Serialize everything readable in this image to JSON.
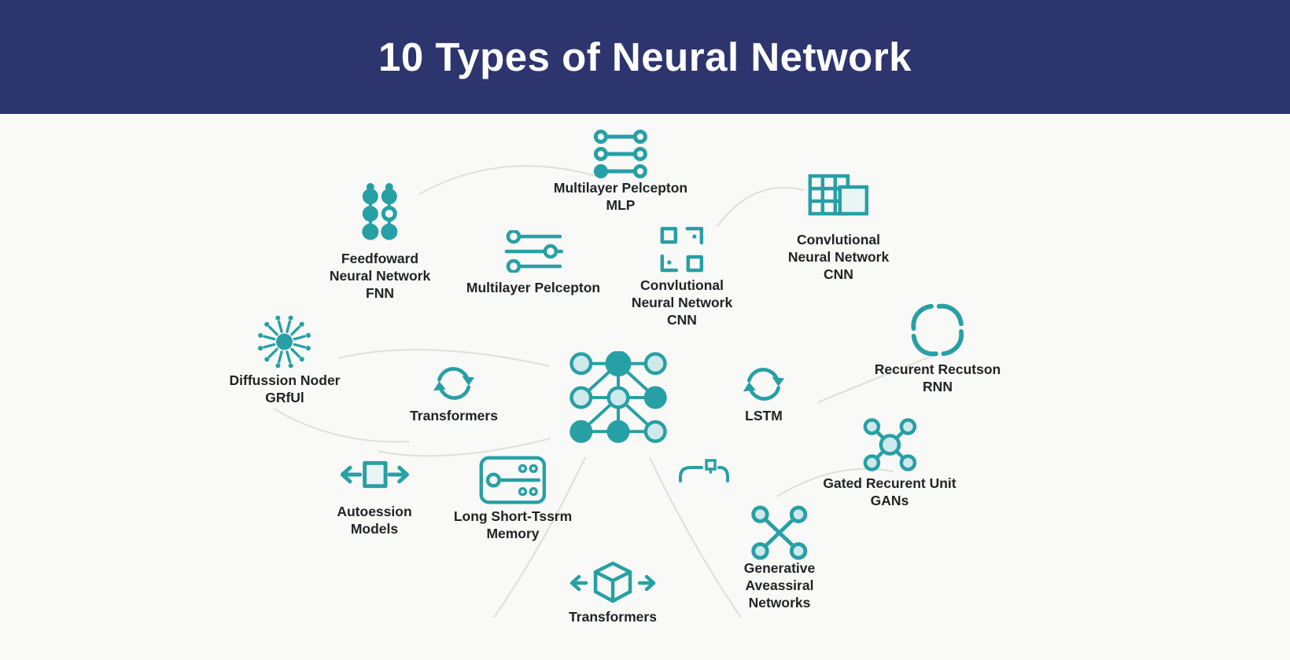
{
  "title": "10 Types of Neural Network",
  "colors": {
    "header_bg": "#2c356e",
    "title_color": "#ffffff",
    "accent": "#27a0a5",
    "accent_light": "#cfe9eb",
    "accent_pale": "#e9f4f4",
    "label_color": "#212427",
    "background": "#f9f9f7",
    "connector": "#deded9"
  },
  "items": [
    {
      "id": "mlp-top",
      "icon": "sliders-rows-icon",
      "lines": [
        "Multilayer Pelcepton",
        "MLP"
      ]
    },
    {
      "id": "cnn-top-right",
      "icon": "conv-grid-icon",
      "lines": [
        "Convlutional",
        "Neural Network",
        "CNN"
      ]
    },
    {
      "id": "fnn",
      "icon": "layer-dots-icon",
      "lines": [
        "Feedfoward",
        "Neural Network",
        "FNN"
      ]
    },
    {
      "id": "mlp-mid",
      "icon": "sliders-mixer-icon",
      "lines": [
        "Multilayer Pelcepton"
      ]
    },
    {
      "id": "cnn-center",
      "icon": "scan-squares-icon",
      "lines": [
        "Convlutional",
        "Neural Network",
        "CNN"
      ]
    },
    {
      "id": "diffusion",
      "icon": "starburst-icon",
      "lines": [
        "Diffussion Noder",
        "GRfUl"
      ]
    },
    {
      "id": "transformers-mid",
      "icon": "sync-arrows-icon",
      "lines": [
        "Transformers"
      ]
    },
    {
      "id": "central-network",
      "icon": "neural-network-icon",
      "lines": []
    },
    {
      "id": "lstm",
      "icon": "sync-arrows-icon",
      "lines": [
        "LSTM"
      ]
    },
    {
      "id": "rnn",
      "icon": "swirl-icon",
      "lines": [
        "Recurent Recutson",
        "RNN"
      ]
    },
    {
      "id": "gru",
      "icon": "hub-nodes-icon",
      "lines": [
        "Gated Recurent Unit",
        "GANs"
      ]
    },
    {
      "id": "autoregression",
      "icon": "square-arrows-icon",
      "lines": [
        "Autoession",
        "Models"
      ]
    },
    {
      "id": "lstm-memory",
      "icon": "memory-server-icon",
      "lines": [
        "Long Short-Tssrm",
        "Memory"
      ]
    },
    {
      "id": "pill",
      "icon": "bracket-pill-icon",
      "lines": []
    },
    {
      "id": "gan",
      "icon": "crossed-nodes-icon",
      "lines": [
        "Generative",
        "Aveassiral",
        "Networks"
      ]
    },
    {
      "id": "transformers-bottom",
      "icon": "cube-arrows-icon",
      "lines": [
        "Transformers"
      ]
    }
  ]
}
